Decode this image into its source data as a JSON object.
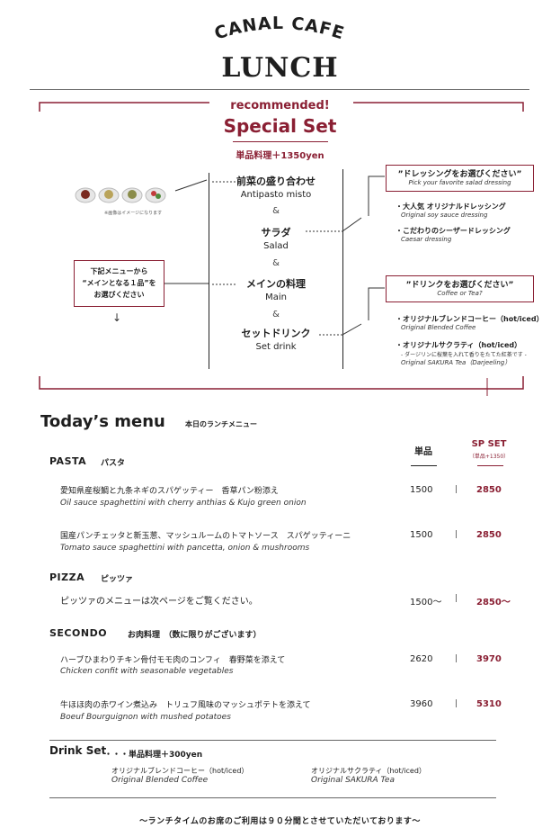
{
  "header": {
    "brand": "CANAL CAFE",
    "title": "LUNCH"
  },
  "special": {
    "recommended": "recommended!",
    "title": "Special Set",
    "price_note": "単品料理＋1350yen",
    "image_note": "※画像はイメージになります",
    "select_note": [
      "下記メニューから",
      "“メインとなる１品”を",
      "お選びください"
    ],
    "arrow": "↓",
    "courses": [
      {
        "jp": "前菜の盛り合わせ",
        "en": "Antipasto misto"
      },
      {
        "jp": "サラダ",
        "en": "Salad"
      },
      {
        "jp": "メインの料理",
        "en": "Main"
      },
      {
        "jp": "セットドリンク",
        "en": "Set drink"
      }
    ],
    "amp": "&",
    "dressing": {
      "title": "”ドレッシングをお選びください”",
      "subtitle": "Pick your favorite salad dressing",
      "options": [
        {
          "jp": "・大人気 オリジナルドレッシング",
          "en": "Original soy sauce dressing"
        },
        {
          "jp": "・こだわりのシーザードレッシング",
          "en": "Caesar dressing"
        }
      ]
    },
    "drink": {
      "title": "”ドリンクをお選びください”",
      "subtitle": "Coffee or Tea?",
      "options": [
        {
          "jp": "・オリジナルブレンドコーヒー（hot/iced）",
          "en": "Original Blended Coffee",
          "note": ""
        },
        {
          "jp": "・オリジナルサクラティ（hot/iced）",
          "note": "- ダージリンに桜葉を入れて香りをたてた紅茶です -",
          "en": "Original SAKURA Tea（Darjeeling）"
        }
      ]
    }
  },
  "menu": {
    "title": "Today’s menu",
    "subtitle": "本日のランチメニュー",
    "col_single": "単品",
    "col_sp": "SP SET",
    "col_sp_sub": "（単品+1350）",
    "separator": "|",
    "sections": [
      {
        "name": "PASTA",
        "name_jp": "パスタ",
        "items": [
          {
            "jp": "愛知県産桜鯛と九条ネギのスパゲッティー　香草パン粉添え",
            "en": "Oil sauce spaghettini with cherry anthias & Kujo green onion",
            "price": "1500",
            "sp": "2850"
          },
          {
            "jp": "国産パンチェッタと新玉葱、マッシュルームのトマトソース　スパゲッティーニ",
            "en": "Tomato sauce spaghettini with pancetta, onion & mushrooms",
            "price": "1500",
            "sp": "2850"
          }
        ]
      },
      {
        "name": "PIZZA",
        "name_jp": "ピッツァ",
        "items": [
          {
            "jp": "ピッツァのメニューは次ページをご覧ください。",
            "en": "",
            "price": "1500～",
            "sp": "2850～"
          }
        ]
      },
      {
        "name": "SECONDO",
        "name_jp": "お肉料理　（数に限りがございます）",
        "items": [
          {
            "jp": "ハーブひまわりチキン骨付モモ肉のコンフィ　春野菜を添えて",
            "en": "Chicken confit with seasonable vegetables",
            "price": "2620",
            "sp": "3970"
          },
          {
            "jp": "牛ほほ肉の赤ワイン煮込み　トリュフ風味のマッシュポテトを添えて",
            "en": "Boeuf Bourguignon with mushed potatoes",
            "price": "3960",
            "sp": "5310"
          }
        ]
      }
    ]
  },
  "drink_set": {
    "title": "Drink Set",
    "subtitle": "・・・単品料理＋300yen",
    "items": [
      {
        "jp": "オリジナルブレンドコーヒー（hot/iced）",
        "en": "Original Blended Coffee"
      },
      {
        "jp": "オリジナルサクラティ（hot/iced）",
        "en": "Original SAKURA Tea"
      }
    ]
  },
  "footer": "～ランチタイムのお席のご利用は９０分間とさせていただいております～",
  "colors": {
    "accent": "#8a1f33",
    "text": "#1e1e1e"
  }
}
